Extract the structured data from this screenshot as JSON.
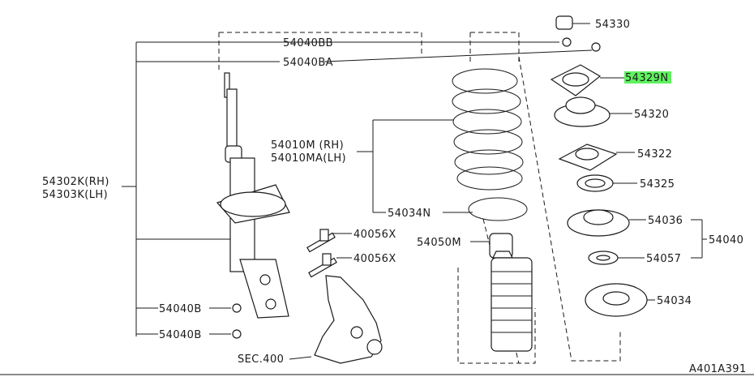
{
  "labels": {
    "p54330": "54330",
    "p54040BB": "54040BB",
    "p54040BA": "54040BA",
    "p54329N": "54329N",
    "p54320": "54320",
    "p54010M": "54010M (RH)",
    "p54010MA": "54010MA(LH)",
    "p54322": "54322",
    "p54302K": "54302K(RH)",
    "p54303K": "54303K(LH)",
    "p54325": "54325",
    "p54034N": "54034N",
    "p54036": "54036",
    "p40056X_a": "40056X",
    "p54040": "54040",
    "p54050M": "54050M",
    "p40056X_b": "40056X",
    "p54057": "54057",
    "p54040B_a": "54040B",
    "p54034": "54034",
    "p54040B_b": "54040B",
    "sec400": "SEC.400",
    "ref": "A401A391"
  },
  "highlight": {
    "part": "54329N",
    "color": "#5ff25f"
  }
}
